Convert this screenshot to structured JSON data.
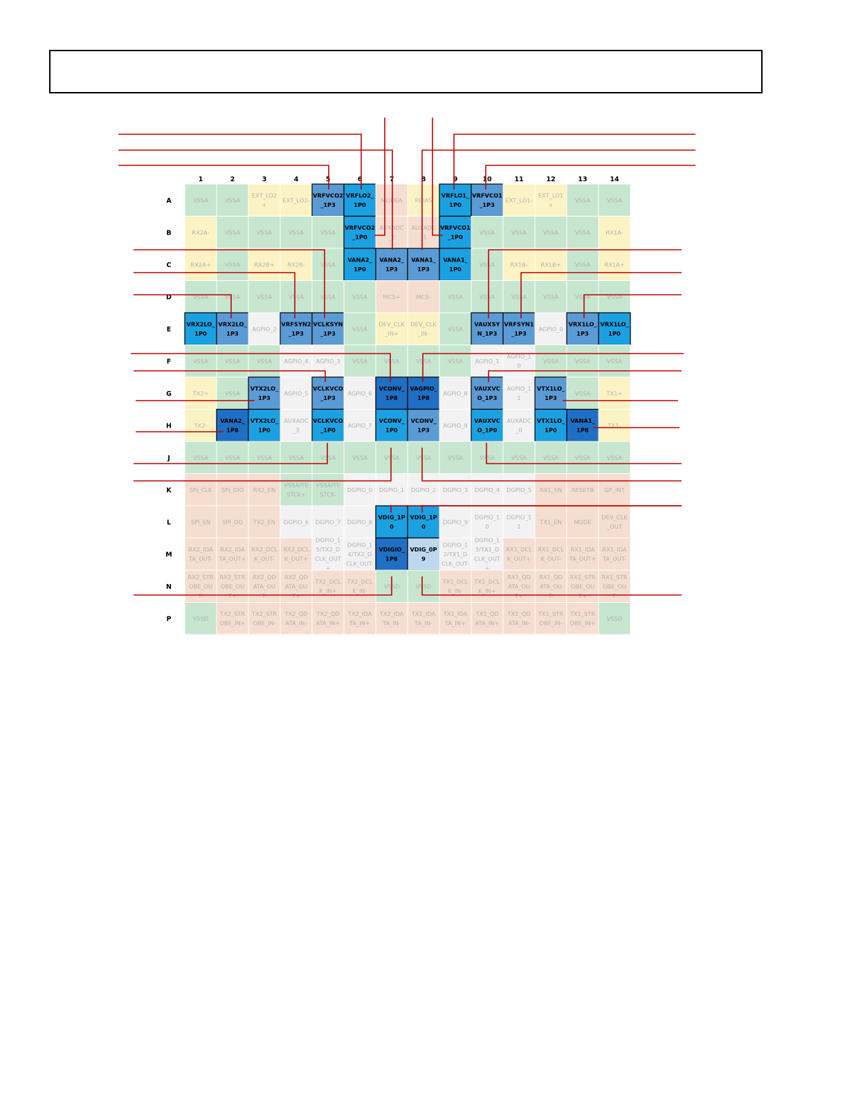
{
  "header_box_text": "",
  "col_labels": [
    "1",
    "2",
    "3",
    "4",
    "5",
    "6",
    "7",
    "8",
    "9",
    "10",
    "11",
    "12",
    "13",
    "14"
  ],
  "row_labels": [
    "A",
    "B",
    "C",
    "D",
    "E",
    "F",
    "G",
    "H",
    "J",
    "K",
    "L",
    "M",
    "N",
    "P"
  ],
  "colors": {
    "green": "#c6e6cf",
    "yellow": "#fbf3c3",
    "salmon": "#f5ddd0",
    "gray": "#dcdcdc",
    "white": "#f2f2f2",
    "blue_bright": "#1ba1e2",
    "blue_mid": "#5b9bd5",
    "blue_dark": "#1f6fc4",
    "blue_pale": "#bdd7ee",
    "leader_line": "#c00000"
  },
  "grid": [
    [
      [
        "VSSA",
        "g"
      ],
      [
        "VSSA",
        "g"
      ],
      [
        "EXT_LO2\n+",
        "y"
      ],
      [
        "EXT_LO2-",
        "y"
      ],
      [
        "VRFVCO2\n_1P3",
        "m"
      ],
      [
        "VRFLO2_\n1P0",
        "b"
      ],
      [
        "MODEA",
        "s"
      ],
      [
        "RBIAS",
        "y"
      ],
      [
        "VRFLO1_\n1P0",
        "b"
      ],
      [
        "VRFVCO1\n_1P3",
        "m"
      ],
      [
        "EXT_LO1-",
        "y"
      ],
      [
        "EXT_LO1\n+",
        "y"
      ],
      [
        "VSSA",
        "g"
      ],
      [
        "VSSA",
        "g"
      ]
    ],
    [
      [
        "RX2A-",
        "y"
      ],
      [
        "VSSA",
        "g"
      ],
      [
        "VSSA",
        "g"
      ],
      [
        "VSSA",
        "g"
      ],
      [
        "VSSA",
        "g"
      ],
      [
        "VRFVCO2\n_1P0",
        "b"
      ],
      [
        "AUXADC\n_2",
        "s"
      ],
      [
        "AUXADC\n_1",
        "s"
      ],
      [
        "VRFVCO1\n_1P0",
        "b"
      ],
      [
        "VSSA",
        "g"
      ],
      [
        "VSSA",
        "g"
      ],
      [
        "VSSA",
        "g"
      ],
      [
        "VSSA",
        "g"
      ],
      [
        "RX1A-",
        "y"
      ]
    ],
    [
      [
        "RX2A+",
        "y"
      ],
      [
        "VSSA",
        "g"
      ],
      [
        "RX2B+",
        "y"
      ],
      [
        "RX2B-",
        "y"
      ],
      [
        "VSSA",
        "g"
      ],
      [
        "VANA2_\n1P0",
        "b"
      ],
      [
        "VANA2_\n1P3",
        "m"
      ],
      [
        "VANA1_\n1P3",
        "m"
      ],
      [
        "VANA1_\n1P0",
        "b"
      ],
      [
        "VSSA",
        "g"
      ],
      [
        "RX1B-",
        "y"
      ],
      [
        "RX1B+",
        "y"
      ],
      [
        "VSSA",
        "g"
      ],
      [
        "RX1A+",
        "y"
      ]
    ],
    [
      [
        "VSSA",
        "g"
      ],
      [
        "VSSA",
        "g"
      ],
      [
        "VSSA",
        "g"
      ],
      [
        "VSSA",
        "g"
      ],
      [
        "VSSA",
        "g"
      ],
      [
        "VSSA",
        "g"
      ],
      [
        "MCS+",
        "s"
      ],
      [
        "MCS-",
        "s"
      ],
      [
        "VSSA",
        "g"
      ],
      [
        "VSSA",
        "g"
      ],
      [
        "VSSA",
        "g"
      ],
      [
        "VSSA",
        "g"
      ],
      [
        "VSSA",
        "g"
      ],
      [
        "VSSA",
        "g"
      ]
    ],
    [
      [
        "VRX2LO_\n1P0",
        "b"
      ],
      [
        "VRX2LO_\n1P3",
        "m"
      ],
      [
        "AGPIO_2",
        "w"
      ],
      [
        "VRFSYN2\n_1P3",
        "m"
      ],
      [
        "VCLKSYN\n_1P3",
        "m"
      ],
      [
        "VSSA",
        "g"
      ],
      [
        "DEV_CLK\n_IN+",
        "y"
      ],
      [
        "DEV_CLK\n_IN-",
        "y"
      ],
      [
        "VSSA",
        "g"
      ],
      [
        "VAUXSY\nN_1P3",
        "m"
      ],
      [
        "VRFSYN1\n_1P3",
        "m"
      ],
      [
        "AGPIO_0",
        "w"
      ],
      [
        "VRX1LO_\n1P3",
        "m"
      ],
      [
        "VRX1LO_\n1P0",
        "b"
      ]
    ],
    [
      [
        "VSSA",
        "g"
      ],
      [
        "VSSA",
        "g"
      ],
      [
        "VSSA",
        "g"
      ],
      [
        "AGPIO_4",
        "w"
      ],
      [
        "AGPIO_3",
        "w"
      ],
      [
        "VSSA",
        "g"
      ],
      [
        "VSSA",
        "g"
      ],
      [
        "VSSA",
        "g"
      ],
      [
        "VSSA",
        "g"
      ],
      [
        "AGPIO_1",
        "w"
      ],
      [
        "AGPIO_1\n0",
        "w"
      ],
      [
        "VSSA",
        "g"
      ],
      [
        "VSSA",
        "g"
      ],
      [
        "VSSA",
        "g"
      ]
    ],
    [
      [
        "TX2+",
        "y"
      ],
      [
        "VSSA",
        "g"
      ],
      [
        "VTX2LO_\n1P3",
        "m"
      ],
      [
        "AGPIO_5",
        "w"
      ],
      [
        "VCLKVCO\n_1P3",
        "m"
      ],
      [
        "AGPIO_6",
        "w"
      ],
      [
        "VCONV_\n1P8",
        "d"
      ],
      [
        "VAGPIO_\n1P8",
        "d"
      ],
      [
        "AGPIO_8",
        "w"
      ],
      [
        "VAUXVC\nO_1P3",
        "m"
      ],
      [
        "AGPIO_1\n1",
        "w"
      ],
      [
        "VTX1LO_\n1P3",
        "m"
      ],
      [
        "VSSA",
        "g"
      ],
      [
        "TX1+",
        "y"
      ]
    ],
    [
      [
        "TX2-",
        "y"
      ],
      [
        "VANA2_\n1P8",
        "d"
      ],
      [
        "VTX2LO_\n1P0",
        "b"
      ],
      [
        "AUXADC\n_3",
        "w"
      ],
      [
        "VCLKVCO\n_1P0",
        "b"
      ],
      [
        "AGPIO_7",
        "w"
      ],
      [
        "VCONV_\n1P0",
        "b"
      ],
      [
        "VCONV_\n1P3",
        "m"
      ],
      [
        "AGPIO_9",
        "w"
      ],
      [
        "VAUXVC\nO_1P0",
        "b"
      ],
      [
        "AUXADC\n_0",
        "w"
      ],
      [
        "VTX1LO_\n1P0",
        "b"
      ],
      [
        "VANA1_\n1P8",
        "d"
      ],
      [
        "TX1-",
        "y"
      ]
    ],
    [
      [
        "VSSA",
        "g"
      ],
      [
        "VSSA",
        "g"
      ],
      [
        "VSSA",
        "g"
      ],
      [
        "VSSA",
        "g"
      ],
      [
        "VSSA",
        "g"
      ],
      [
        "VSSA",
        "g"
      ],
      [
        "VSSA",
        "g"
      ],
      [
        "VSSA",
        "g"
      ],
      [
        "VSSA",
        "g"
      ],
      [
        "VSSA",
        "g"
      ],
      [
        "VSSA",
        "g"
      ],
      [
        "VSSA",
        "g"
      ],
      [
        "VSSA",
        "g"
      ],
      [
        "VSSA",
        "g"
      ]
    ],
    [
      [
        "SPI_CLK",
        "s"
      ],
      [
        "SPI_DIO",
        "s"
      ],
      [
        "RX2_EN",
        "s"
      ],
      [
        "VSSA/TE\nSTCK+",
        "g"
      ],
      [
        "VSSA/TE\nSTCK-",
        "g"
      ],
      [
        "DGPIO_0",
        "w"
      ],
      [
        "DGPIO_1",
        "w"
      ],
      [
        "DGPIO_2",
        "w"
      ],
      [
        "DGPIO_3",
        "w"
      ],
      [
        "DGPIO_4",
        "w"
      ],
      [
        "DGPIO_5",
        "w"
      ],
      [
        "RX1_EN",
        "s"
      ],
      [
        "RESETB",
        "s"
      ],
      [
        "GP_INT",
        "s"
      ]
    ],
    [
      [
        "SPI_EN",
        "s"
      ],
      [
        "SPI_DO",
        "s"
      ],
      [
        "TX2_EN",
        "s"
      ],
      [
        "DGPIO_6",
        "w"
      ],
      [
        "DGPIO_7",
        "w"
      ],
      [
        "DGPIO_8",
        "w"
      ],
      [
        "VDIG_1P\n0",
        "b"
      ],
      [
        "VDIG_1P\n0",
        "b"
      ],
      [
        "DGPIO_9",
        "w"
      ],
      [
        "DGPIO_1\n0",
        "w"
      ],
      [
        "DGPIO_1\n1",
        "w"
      ],
      [
        "TX1_EN",
        "s"
      ],
      [
        "MODE",
        "s"
      ],
      [
        "DEV_CLK\n_OUT",
        "s"
      ]
    ],
    [
      [
        "RX2_IDA\nTA_OUT-",
        "s"
      ],
      [
        "RX2_IDA\nTA_OUT+",
        "s"
      ],
      [
        "RX2_DCL\nK_OUT-",
        "s"
      ],
      [
        "RX2_DCL\nK_OUT+",
        "s"
      ],
      [
        "DGPIO_1\n5/TX2_D\nCLK_OUT\n+",
        "w"
      ],
      [
        "DGPIO_1\n4/TX2_D\nCLK_OUT-",
        "w"
      ],
      [
        "VDIGIO_\n1P8",
        "d"
      ],
      [
        "VDIG_0P\n9",
        "p"
      ],
      [
        "DGPIO_1\n2/TX1_D\nCLK_OUT-",
        "w"
      ],
      [
        "DGPIO_1\n3/TX1_D\nCLK_OUT\n+",
        "w"
      ],
      [
        "RX1_DCL\nK_OUT+",
        "s"
      ],
      [
        "RX1_DCL\nK_OUT-",
        "s"
      ],
      [
        "RX1_IDA\nTA_OUT+",
        "s"
      ],
      [
        "RX1_IDA\nTA_OUT-",
        "s"
      ]
    ],
    [
      [
        "RX2_STR\nOBE_OU\nT-",
        "s"
      ],
      [
        "RX2_STR\nOBE_OU\nT+",
        "s"
      ],
      [
        "RX2_QD\nATA_OU\nT-",
        "s"
      ],
      [
        "RX2_QD\nATA_OU\nT+",
        "s"
      ],
      [
        "TX2_DCL\nK_IN+",
        "s"
      ],
      [
        "TX2_DCL\nK_IN-",
        "s"
      ],
      [
        "VSSD",
        "g"
      ],
      [
        "VSSD",
        "g"
      ],
      [
        "TX1_DCL\nK_IN-",
        "s"
      ],
      [
        "TX1_DCL\nK_IN+",
        "s"
      ],
      [
        "RX1_QD\nATA_OU\nT+",
        "s"
      ],
      [
        "RX1_QD\nATA_OU\nT-",
        "s"
      ],
      [
        "RX1_STR\nOBE_OU\nT+",
        "s"
      ],
      [
        "RX1_STR\nOBE_OU\nT-",
        "s"
      ]
    ],
    [
      [
        "VSSD",
        "g"
      ],
      [
        "TX2_STR\nOBE_IN+",
        "s"
      ],
      [
        "TX2_STR\nOBE_IN-",
        "s"
      ],
      [
        "TX2_QD\nATA_IN-",
        "s"
      ],
      [
        "TX2_QD\nATA_IN+",
        "s"
      ],
      [
        "TX2_IDA\nTA_IN+",
        "s"
      ],
      [
        "TX2_IDA\nTA_IN-",
        "s"
      ],
      [
        "TX1_IDA\nTA_IN-",
        "s"
      ],
      [
        "TX1_IDA\nTA_IN+",
        "s"
      ],
      [
        "TX1_QD\nATA_IN+",
        "s"
      ],
      [
        "TX1_QD\nATA_IN-",
        "s"
      ],
      [
        "TX1_STR\nOBE_IN-",
        "s"
      ],
      [
        "TX1_STR\nOBE_IN+",
        "s"
      ],
      [
        "VSSD",
        "g"
      ]
    ]
  ]
}
